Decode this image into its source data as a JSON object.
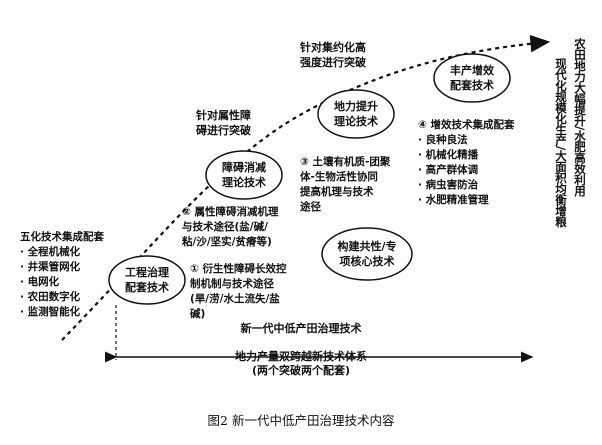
{
  "stages": [
    {
      "label1": "工程治理",
      "label2": "配套技术"
    },
    {
      "label1": "障碍消减",
      "label2": "理论技术"
    },
    {
      "label1": "地力提升",
      "label2": "理论技术"
    },
    {
      "label1": "丰产增效",
      "label2": "配套技术"
    }
  ],
  "breakthroughs": [
    {
      "line1": "针对属性障",
      "line2": "碍进行突破"
    },
    {
      "line1": "针对集约化高",
      "line2": "强度进行突破"
    }
  ],
  "left_list": {
    "title": "五化技术集成配套",
    "items": [
      "· 全程机械化",
      "· 井渠管网化",
      "· 电网化",
      "· 农田数字化",
      "· 监测智能化"
    ]
  },
  "points": [
    {
      "lines": [
        "① 衍生性障碍长效控",
        "制机制与技术途径",
        "(旱/涝/水土流失/盐",
        "碱)"
      ]
    },
    {
      "lines": [
        "② 属性障碍消减机理",
        "与技术途径(盐/碱/",
        "粘/沙/坚实/贫瘠等)"
      ]
    },
    {
      "lines": [
        "③ 土壤有机质-团聚",
        "体-生物活性协同",
        "提高机理与技术",
        "途径"
      ]
    },
    {
      "lines": [
        "④ 增效技术集成配套",
        "· 良种良法",
        "· 机械化精播",
        "· 高产群体调",
        "· 病虫害防治",
        "· 水肥精准管理"
      ]
    }
  ],
  "core": {
    "line1": "构建共性/专",
    "line2": "项核心技术"
  },
  "right_vertical": {
    "col1": "农田地力大幅提升/水肥高效利用",
    "col2": "现代化规模化生产/大面积均衡增粮"
  },
  "bottom": {
    "line1": "新一代中低产田治理技术",
    "line2": "地力产量双跨越新技术体系",
    "line3": "(两个突破两个配套)"
  },
  "caption": "图2  新一代中低产田治理技术内容"
}
